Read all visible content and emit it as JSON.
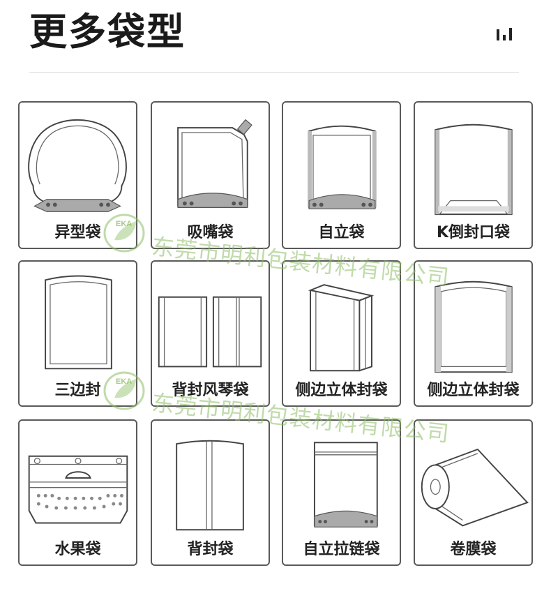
{
  "header": {
    "title": "更多袋型"
  },
  "cards": [
    {
      "label": "异型袋"
    },
    {
      "label": "吸嘴袋"
    },
    {
      "label": "自立袋"
    },
    {
      "label": "K倒封口袋"
    },
    {
      "label": "三边封"
    },
    {
      "label": "背封风琴袋"
    },
    {
      "label": "侧边立体封袋"
    },
    {
      "label": "侧边立体封袋"
    },
    {
      "label": "水果袋"
    },
    {
      "label": "背封袋"
    },
    {
      "label": "自立拉链袋"
    },
    {
      "label": "卷膜袋"
    }
  ],
  "watermark": {
    "text": "东莞市明利包装材料有限公司",
    "logo_text": "EKA",
    "color": "#8cbe64"
  },
  "icons": {
    "header_right": "bars-icon"
  }
}
